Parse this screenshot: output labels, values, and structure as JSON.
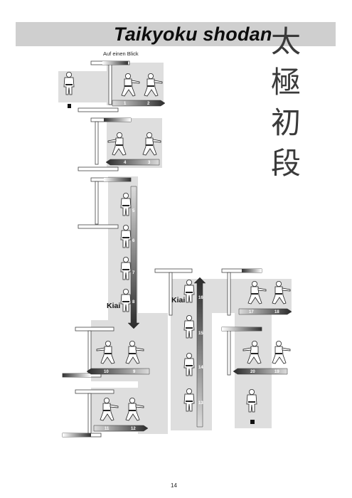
{
  "header": {
    "title": "Taikyoku shodan",
    "subtitle": "Auf einen Blick",
    "kanji": [
      "太",
      "極",
      "初",
      "段"
    ]
  },
  "kiai_labels": [
    "Kiai",
    "Kiai"
  ],
  "steps": [
    "1",
    "2",
    "3",
    "4",
    "5",
    "6",
    "7",
    "8",
    "9",
    "10",
    "11",
    "12",
    "13",
    "14",
    "15",
    "16",
    "17",
    "18",
    "19",
    "20"
  ],
  "page_number": "14"
}
